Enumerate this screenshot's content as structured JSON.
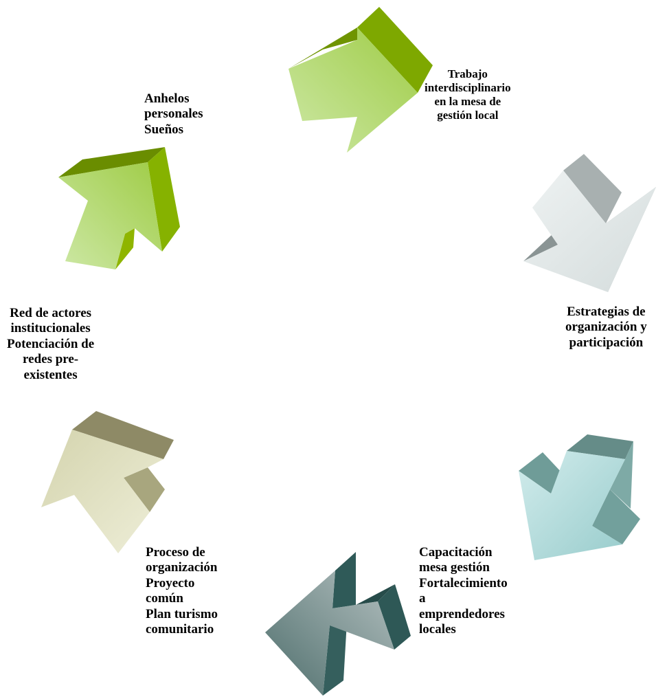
{
  "labels": {
    "trabajo": "Trabajo\ninterdisciplinario\nen la mesa de\ngestión local",
    "anhelos": "Anhelos\npersonales\nSueños",
    "estrategias": "Estrategias de\norganización y\nparticipación",
    "red": "Red de actores\ninstitucionales\nPotenciación de\nredes  pre-\nexistentes",
    "proceso": "Proceso de\norganización\n  Proyecto\ncomún\nPlan turismo\ncomunitario",
    "capacitacion": "Capacitación\nmesa gestión\n Fortalecimiento\na\nemprendedores\nlocales"
  },
  "colors": {
    "green_light": "#bfe08a",
    "green_dark": "#7ea800",
    "gray_light": "#e8eeee",
    "gray_dark": "#a8b2b2",
    "teal_light": "#b8dcdc",
    "teal_dark": "#6a9a96",
    "slate_light": "#9aa8a8",
    "slate_dark": "#2f5a58",
    "khaki_light": "#e6e4cc",
    "khaki_dark": "#8e8a66"
  }
}
